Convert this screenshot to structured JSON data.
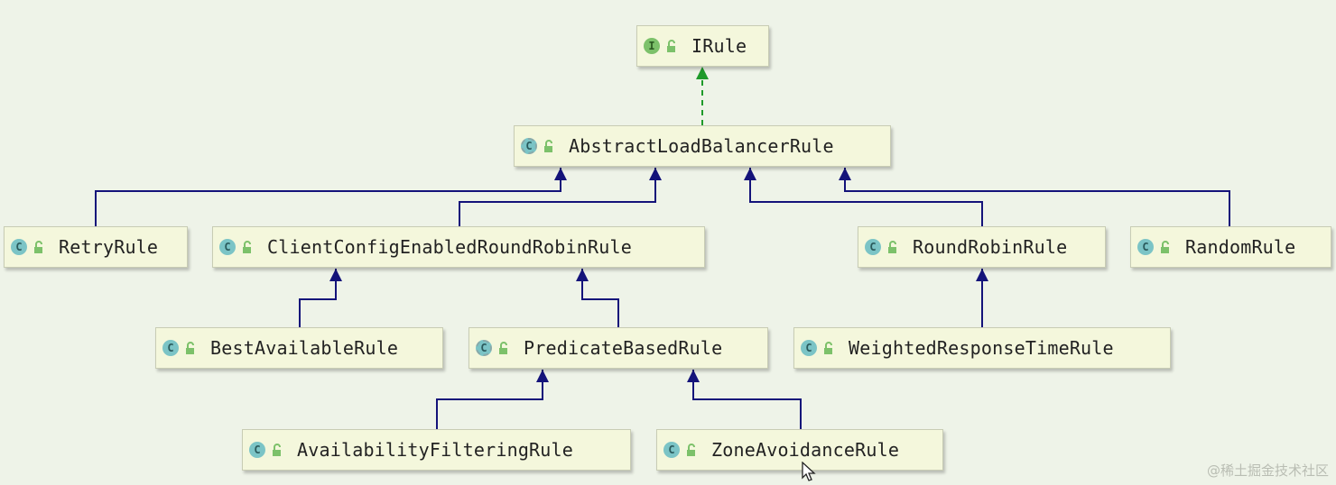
{
  "diagram": {
    "nodes": [
      {
        "id": "irule",
        "label": "IRule",
        "kind": "interface"
      },
      {
        "id": "abstract",
        "label": "AbstractLoadBalancerRule",
        "kind": "abstract"
      },
      {
        "id": "retry",
        "label": "RetryRule",
        "kind": "class"
      },
      {
        "id": "ccerr",
        "label": "ClientConfigEnabledRoundRobinRule",
        "kind": "class"
      },
      {
        "id": "rr",
        "label": "RoundRobinRule",
        "kind": "class"
      },
      {
        "id": "random",
        "label": "RandomRule",
        "kind": "class"
      },
      {
        "id": "best",
        "label": "BestAvailableRule",
        "kind": "class"
      },
      {
        "id": "pred",
        "label": "PredicateBasedRule",
        "kind": "abstract"
      },
      {
        "id": "wrt",
        "label": "WeightedResponseTimeRule",
        "kind": "class"
      },
      {
        "id": "avail",
        "label": "AvailabilityFilteringRule",
        "kind": "class"
      },
      {
        "id": "zone",
        "label": "ZoneAvoidanceRule",
        "kind": "class"
      }
    ],
    "edges": [
      {
        "from": "abstract",
        "to": "irule",
        "type": "implements"
      },
      {
        "from": "retry",
        "to": "abstract",
        "type": "extends"
      },
      {
        "from": "ccerr",
        "to": "abstract",
        "type": "extends"
      },
      {
        "from": "rr",
        "to": "abstract",
        "type": "extends"
      },
      {
        "from": "random",
        "to": "abstract",
        "type": "extends"
      },
      {
        "from": "best",
        "to": "ccerr",
        "type": "extends"
      },
      {
        "from": "pred",
        "to": "ccerr",
        "type": "extends"
      },
      {
        "from": "wrt",
        "to": "rr",
        "type": "extends"
      },
      {
        "from": "avail",
        "to": "pred",
        "type": "extends"
      },
      {
        "from": "zone",
        "to": "pred",
        "type": "extends"
      }
    ],
    "badge_letters": {
      "interface": "I",
      "class": "C",
      "abstract": "C"
    },
    "colors": {
      "extends_edge": "#14137a",
      "implements_edge": "#1f9a2a",
      "node_fill": "#f4f7dc"
    }
  },
  "watermark": "@稀土掘金技术社区",
  "icons": {
    "visibility": "lock-icon",
    "cursor": "mouse-cursor-icon"
  }
}
